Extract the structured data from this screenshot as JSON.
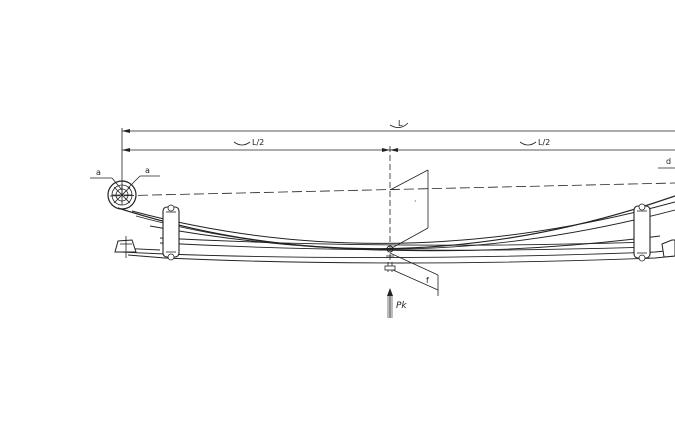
{
  "drawing": {
    "load_label": "Pk",
    "dim_overall": "L",
    "dim_left_half": "L/2",
    "dim_right_half": "L/2",
    "right_dim_label": "d",
    "eye_label_left": "a",
    "eye_label_right": "a",
    "small_dim": "f",
    "colors": {
      "line": "#222222",
      "background": "#ffffff"
    }
  }
}
